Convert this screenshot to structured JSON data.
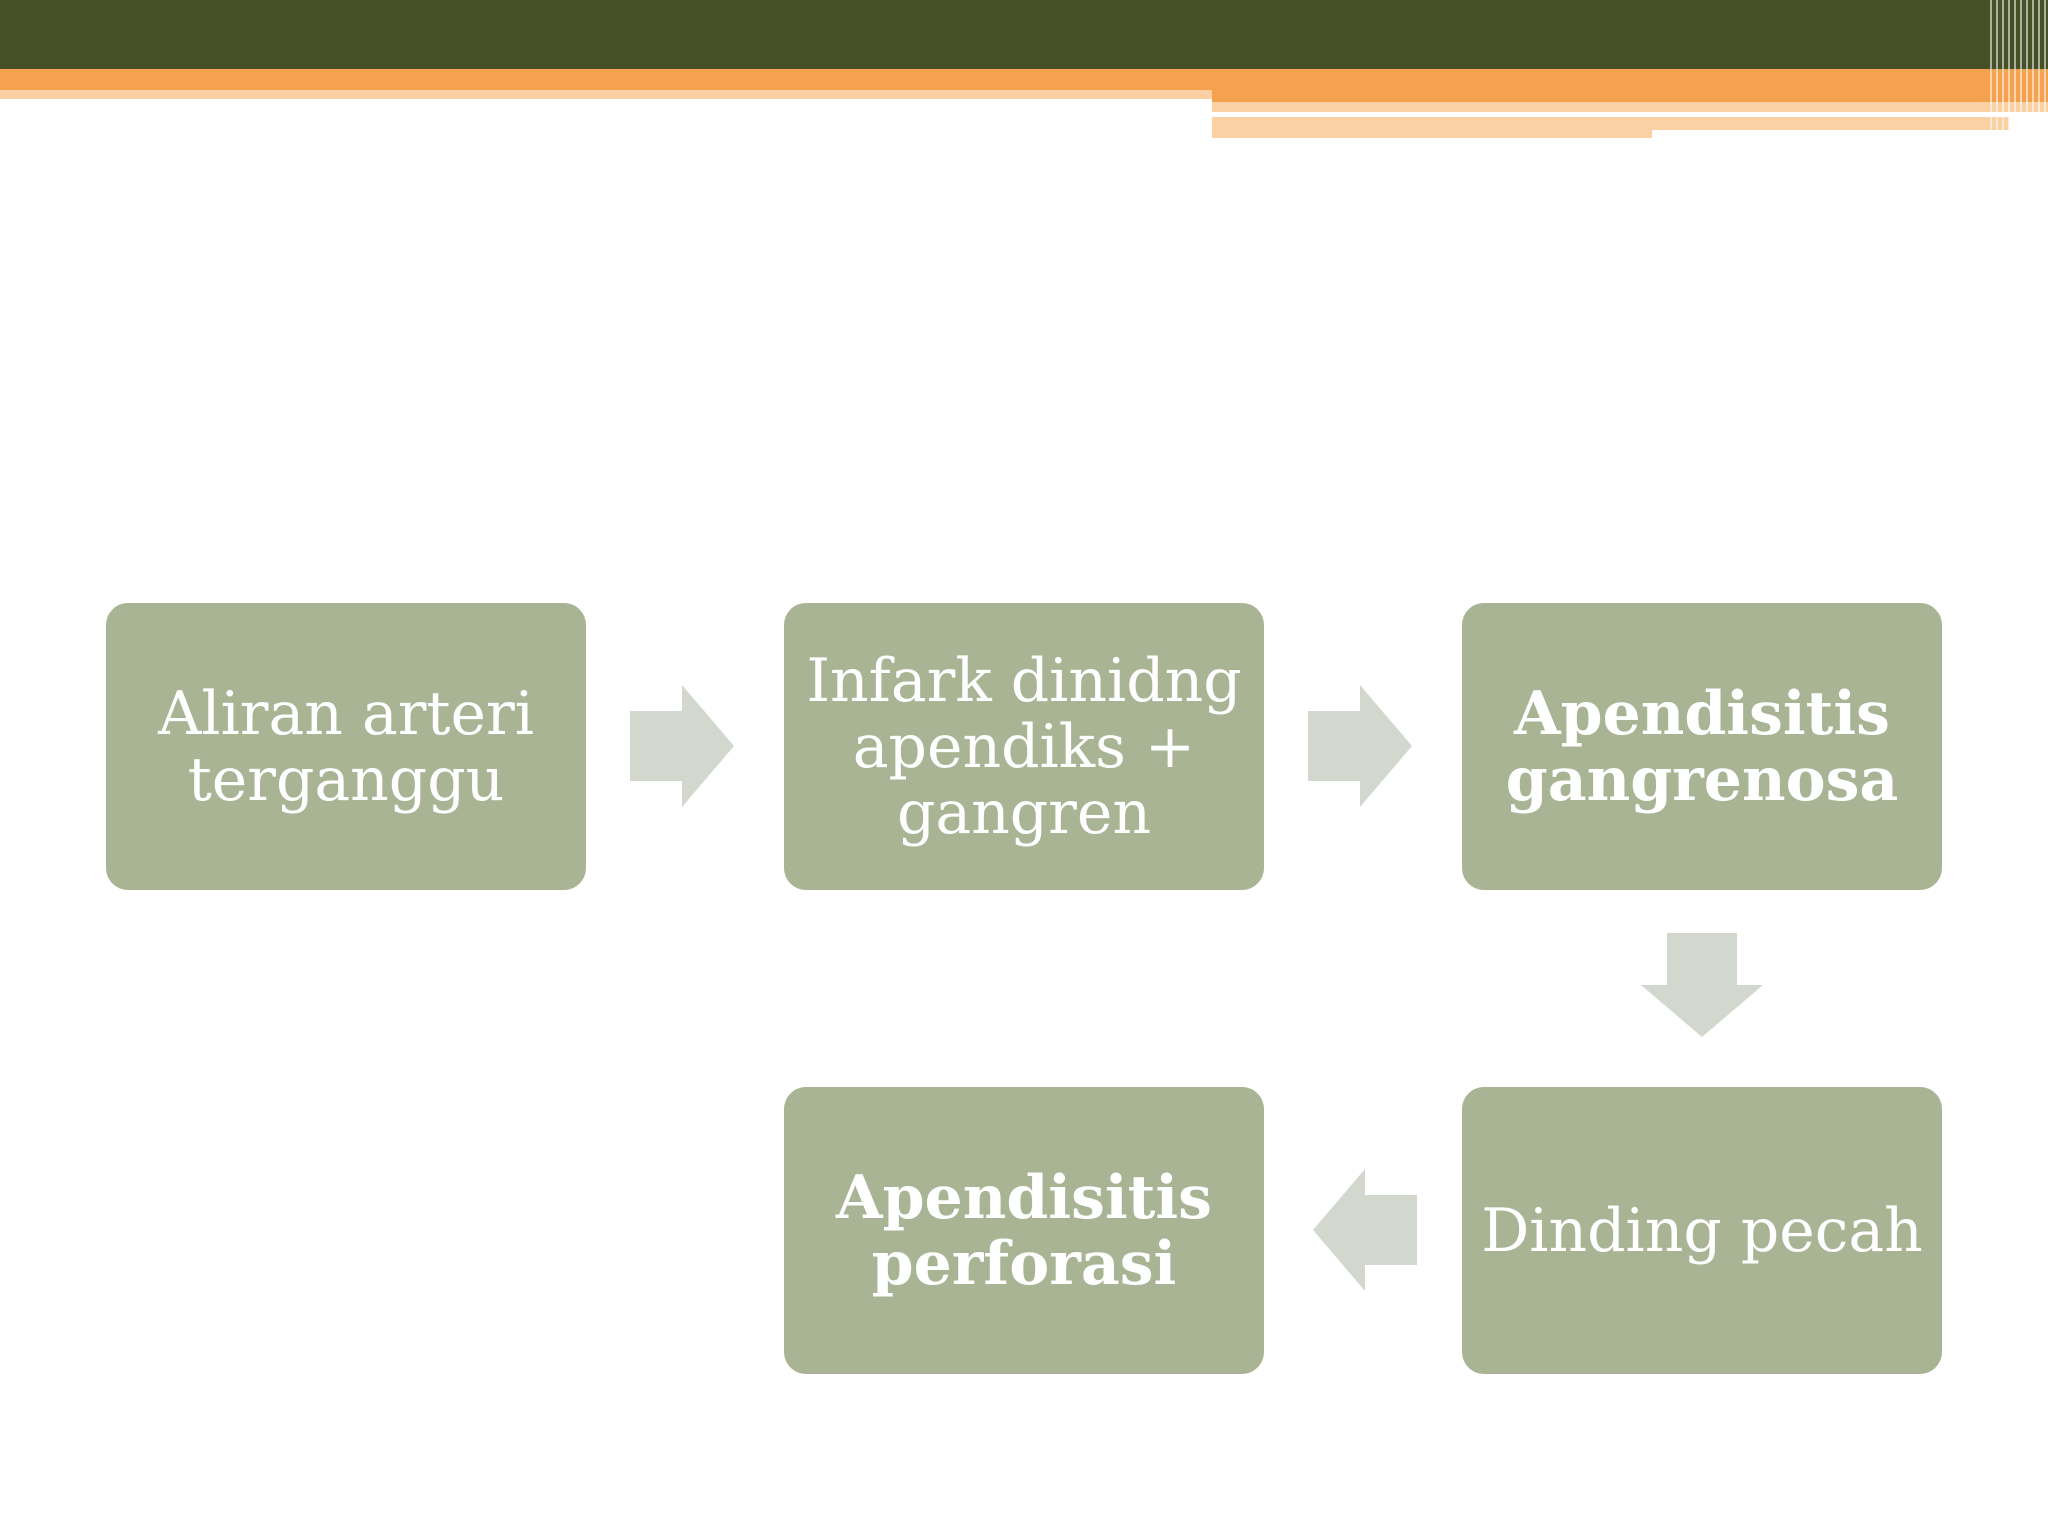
{
  "slide": {
    "colors": {
      "header_dark": "#474f27",
      "header_orange": "#f4a24d",
      "header_pale": "#fbd0a2",
      "box_fill": "#a9b494",
      "arrow_fill": "#d2d8cd",
      "text": "#ffffff"
    }
  },
  "diagram": {
    "nodes": [
      {
        "id": "aliran",
        "label": "Aliran arteri\nterganggu",
        "bold": false
      },
      {
        "id": "infark",
        "label": "Infark dinidng\napendiks +\ngangren",
        "bold": false
      },
      {
        "id": "gangrenosa",
        "label": "Apendisitis\ngangrenosa",
        "bold": true
      },
      {
        "id": "pecah",
        "label": "Dinding pecah",
        "bold": false
      },
      {
        "id": "perforasi",
        "label": "Apendisitis\nperforasi",
        "bold": true
      }
    ],
    "edges": [
      {
        "from": "aliran",
        "to": "infark",
        "direction": "right"
      },
      {
        "from": "infark",
        "to": "gangrenosa",
        "direction": "right"
      },
      {
        "from": "gangrenosa",
        "to": "pecah",
        "direction": "down"
      },
      {
        "from": "pecah",
        "to": "perforasi",
        "direction": "left"
      }
    ]
  }
}
